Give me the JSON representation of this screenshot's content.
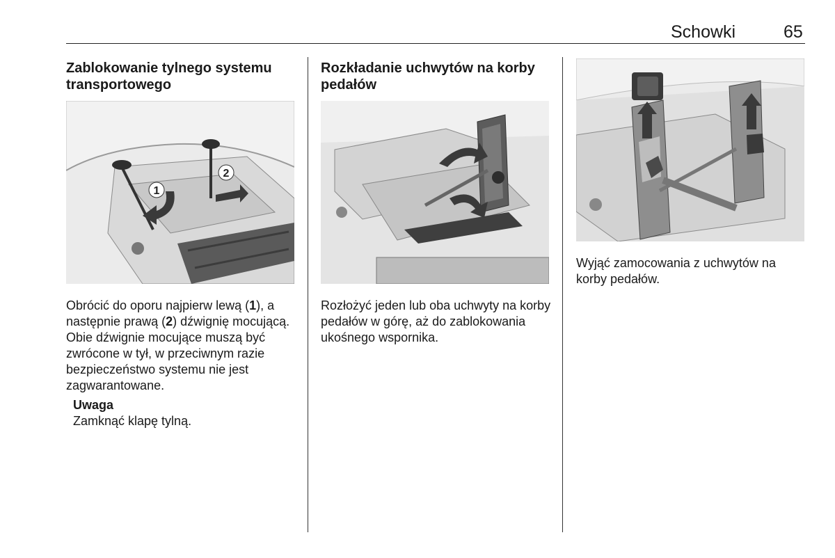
{
  "header": {
    "section_title": "Schowki",
    "page_number": "65"
  },
  "column1": {
    "heading": "Zablokowanie tylnego systemu transportowego",
    "heading_line1": "Zablokowanie tylnego systemu",
    "heading_line2": "transportowego",
    "figure_callouts": [
      "1",
      "2"
    ],
    "body_part1": "Obrócić do oporu najpierw lewą (",
    "body_bold1": "1",
    "body_part2": "), a następnie prawą (",
    "body_bold2": "2",
    "body_part3": ") dźwignię mocującą. Obie dźwignie mocujące muszą być zwrócone w tył, w przeciwnym razie bezpieczeństwo systemu nie jest zagwarantowane.",
    "note_label": "Uwaga",
    "note_text": "Zamknąć klapę tylną."
  },
  "column2": {
    "heading_line1": "Rozkładanie uchwytów na korby",
    "heading_line2": "pedałów",
    "body": "Rozłożyć jeden lub oba uchwyty na korby pedałów w górę, aż do zablokowania ukośnego wspornika."
  },
  "column3": {
    "body": "Wyjąć zamocowania z uchwytów na korby pedałów."
  },
  "colors": {
    "figure_bg": "#ebebeb",
    "part_light": "#d8d8d8",
    "part_dark": "#555555",
    "arrow": "#3a3a3a"
  }
}
